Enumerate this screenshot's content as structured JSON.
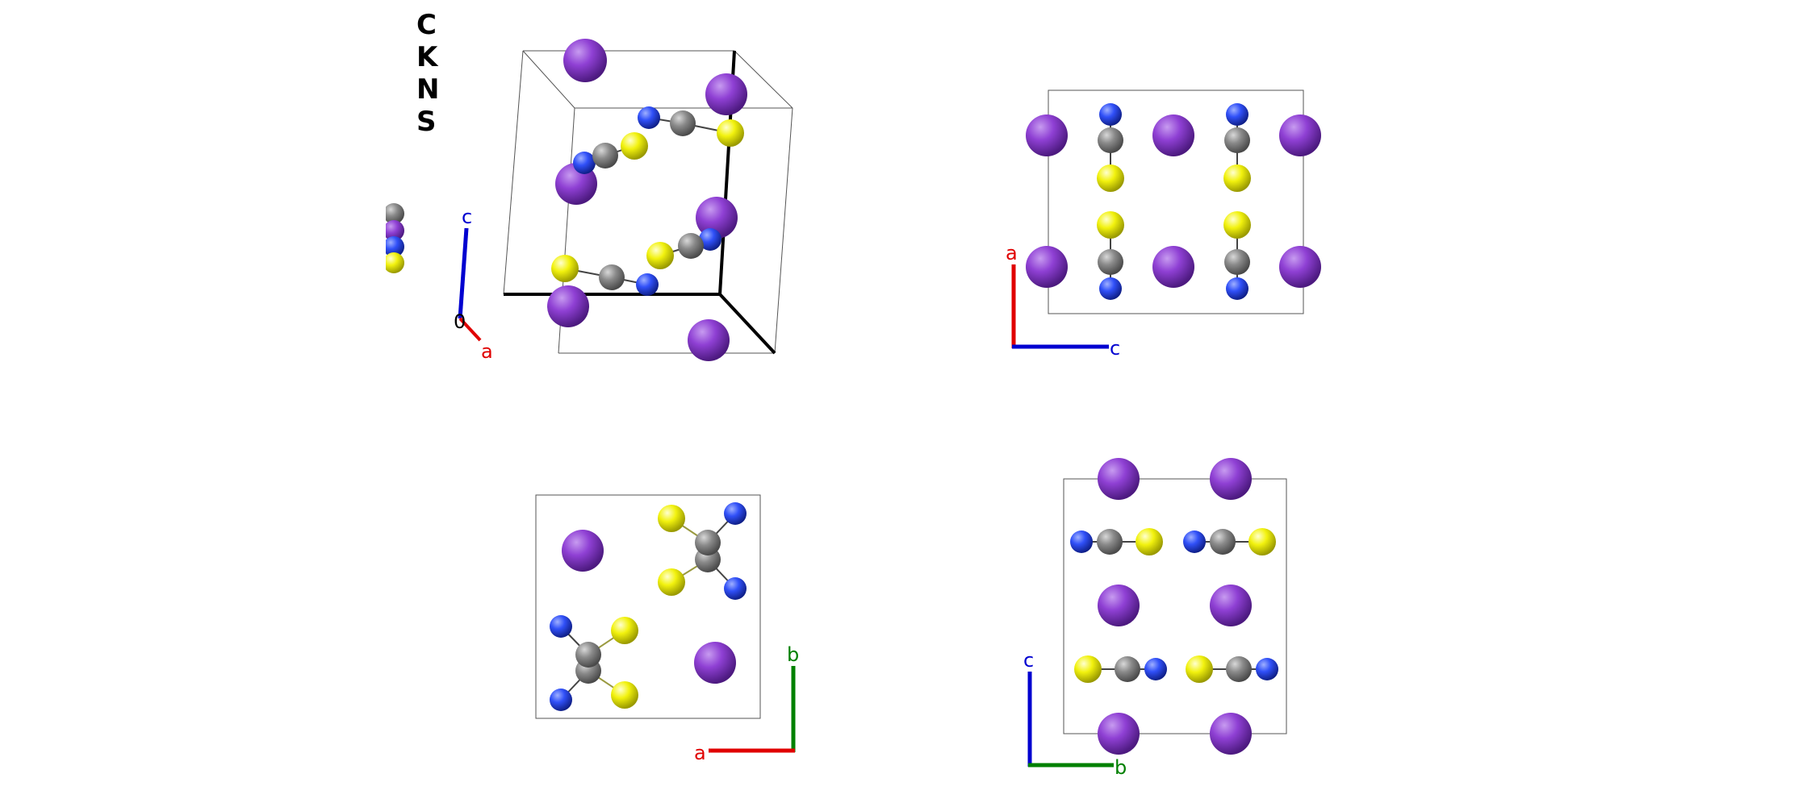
{
  "legend": {
    "elements": [
      {
        "symbol": "C",
        "color": "#808080"
      },
      {
        "symbol": "K",
        "color": "#8f40d4"
      },
      {
        "symbol": "N",
        "color": "#3050f8"
      },
      {
        "symbol": "S",
        "color": "#ffff30"
      }
    ]
  },
  "panels": {
    "perspective": {
      "axes": {
        "c": "c",
        "origin": "0",
        "a": "a"
      },
      "axis_colors": {
        "a": "#e00000",
        "b": "#008000",
        "c": "#0000d0"
      }
    },
    "view_b": {
      "axes": {
        "vertical": "a",
        "horizontal": "c"
      }
    },
    "view_c": {
      "axes": {
        "vertical": "b",
        "horizontal": "a"
      }
    },
    "view_a": {
      "axes": {
        "vertical": "c",
        "horizontal": "b"
      }
    }
  }
}
